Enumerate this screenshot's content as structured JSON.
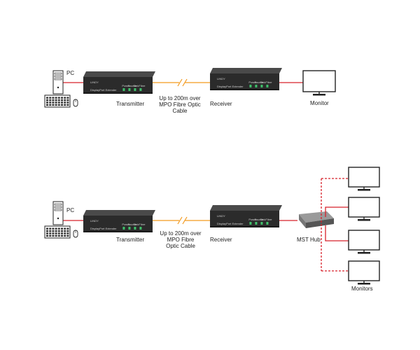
{
  "colors": {
    "video_link": "#d8202a",
    "fibre_link": "#f39a1e",
    "device_body": "#2b2b2b",
    "device_top": "#3a3a3a",
    "led": "#3fbf6a",
    "outline": "#222222"
  },
  "icons": [
    "pc-tower-icon",
    "keyboard-icon",
    "mouse-icon",
    "monitor-icon",
    "mst-hub-icon",
    "fibre-break-icon"
  ],
  "device_text": {
    "brand": "LINDY",
    "model": "DisplayPort Extender",
    "led_labels": [
      "Power",
      "Source",
      "Sink",
      "Fibre"
    ]
  },
  "top": {
    "pc_label": "PC",
    "transmitter_label": "Transmitter",
    "cable_lines": [
      "Up to 200m over",
      "MPO Fibre Optic",
      "Cable"
    ],
    "receiver_label": "Receiver",
    "monitor_label": "Monitor"
  },
  "bottom": {
    "pc_label": "PC",
    "transmitter_label": "Transmitter",
    "cable_lines": [
      "Up to 200m over",
      "MPO Fibre",
      "Optic Cable"
    ],
    "receiver_label": "Receiver",
    "hub_label": "MST Hub",
    "monitors_label": "Monitors",
    "monitor_count": 4
  }
}
